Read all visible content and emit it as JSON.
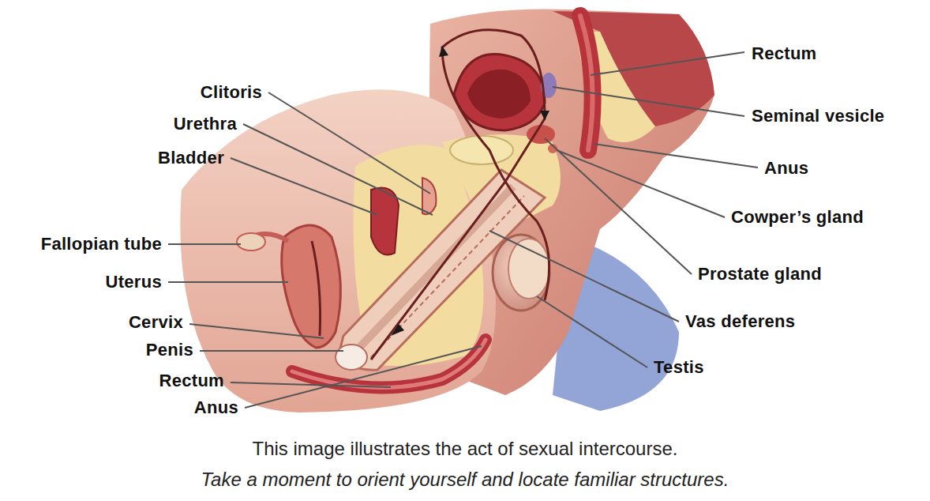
{
  "diagram": {
    "caption": "This image illustrates the act of sexual intercourse.",
    "labels": [
      "Clitoris",
      "Urethra",
      "Bladder",
      "Fallopian tube",
      "Uterus",
      "Cervix",
      "Penis",
      "Rectum",
      "Anus",
      "Rectum",
      "Seminal vesicle",
      "Anus",
      "Cowper’s gland",
      "Prostate gland",
      "Vas deferens",
      "Testis",
      "Take a moment to orient yourself and locate familiar structures."
    ]
  }
}
